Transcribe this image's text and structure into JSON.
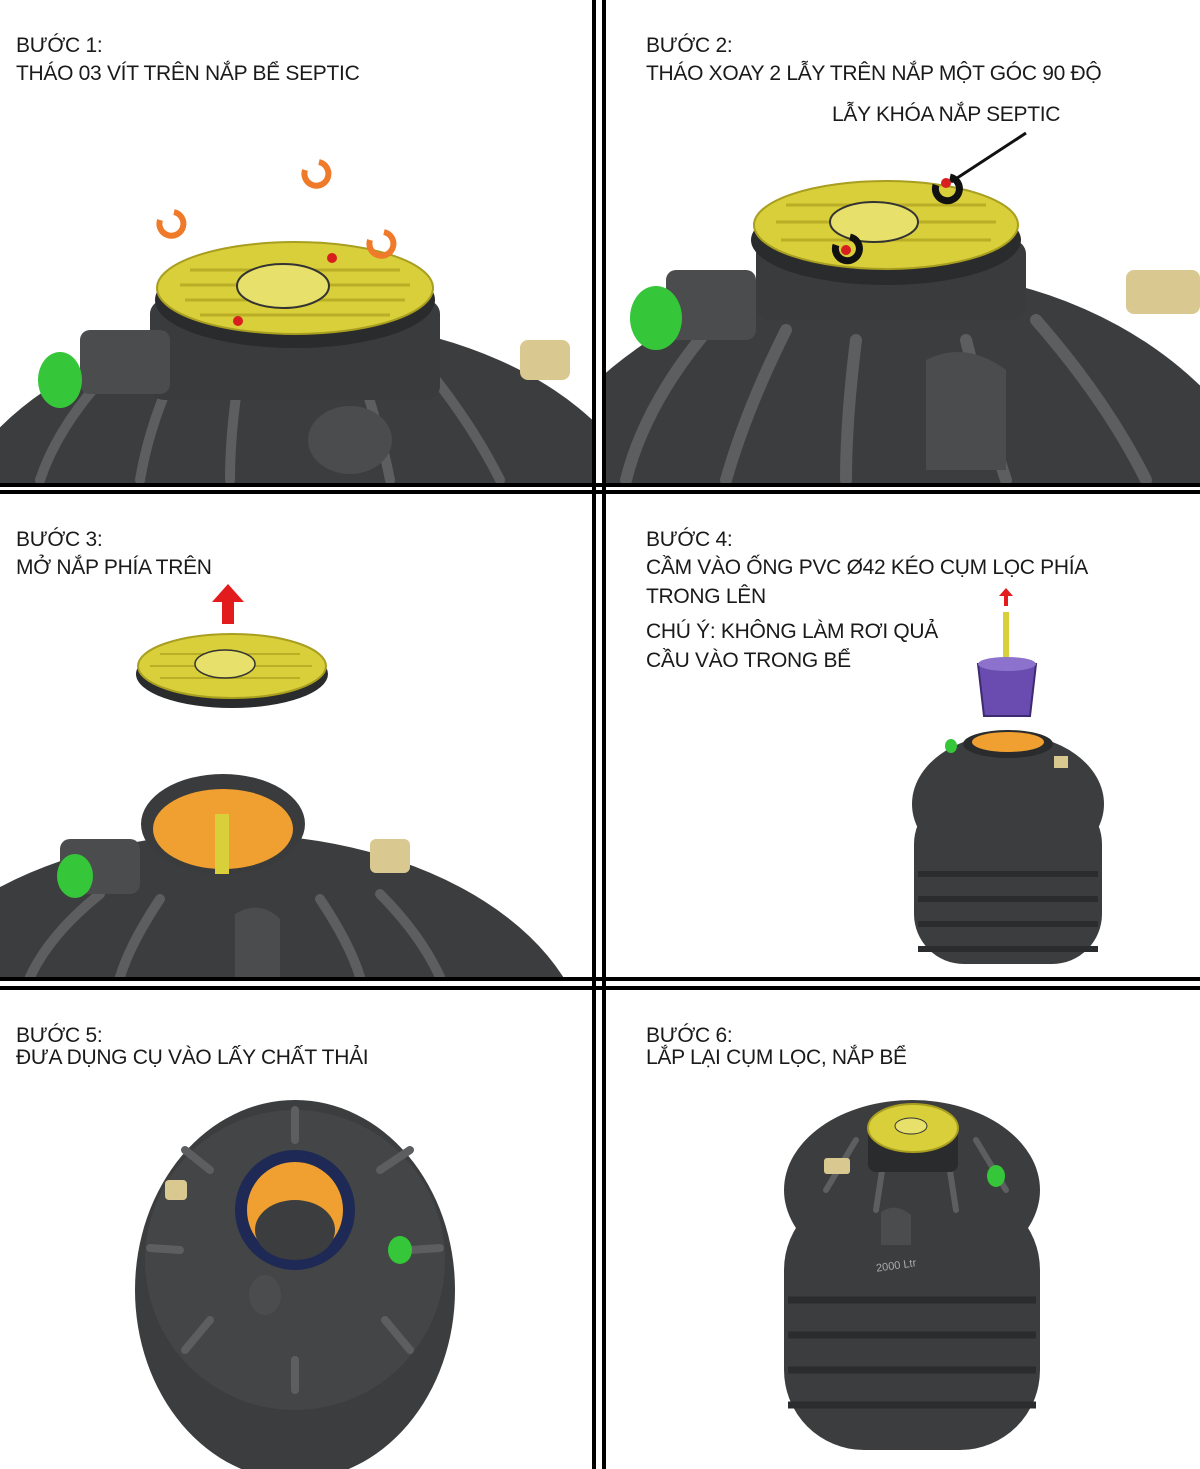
{
  "steps": [
    {
      "title": "BƯỚC 1:",
      "lines": [
        "THÁO 03 VÍT TRÊN NẮP BỂ SEPTIC"
      ]
    },
    {
      "title": "BƯỚC 2:",
      "lines": [
        "THÁO XOAY 2 LẪY TRÊN NẮP MỘT GÓC 90 ĐỘ"
      ],
      "callout": "LẪY KHÓA NẮP SEPTIC"
    },
    {
      "title": "BƯỚC 3:",
      "lines": [
        "MỞ NẮP PHÍA TRÊN"
      ]
    },
    {
      "title": "BƯỚC 4:",
      "lines": [
        "CẦM VÀO ỐNG PVC Ø42 KÉO CỤM LỌC PHÍA",
        "TRONG LÊN",
        "CHÚ Ý: KHÔNG LÀM RƠI QUẢ",
        "CẦU VÀO TRONG BỂ"
      ]
    },
    {
      "title": "BƯỚC 5:",
      "lines": [
        "ĐƯA DỤNG CỤ VÀO LẤY CHẤT THẢI"
      ]
    },
    {
      "title": "BƯỚC 6:",
      "lines": [
        "LẮP LẠI  CỤM LỌC, NẮP BỂ"
      ],
      "tank_label": "2000 Ltr"
    }
  ],
  "colors": {
    "tank": "#3c3d3e",
    "tank_light": "#5a5b5c",
    "lid": "#d8cf3a",
    "pipe_green": "#35c63a",
    "pipe_tan": "#d9c890",
    "arrow_orange": "#ee7a2a",
    "arrow_red": "#e21c1c",
    "interior_orange": "#f0a030",
    "filter_purple": "#6a4bb0"
  }
}
